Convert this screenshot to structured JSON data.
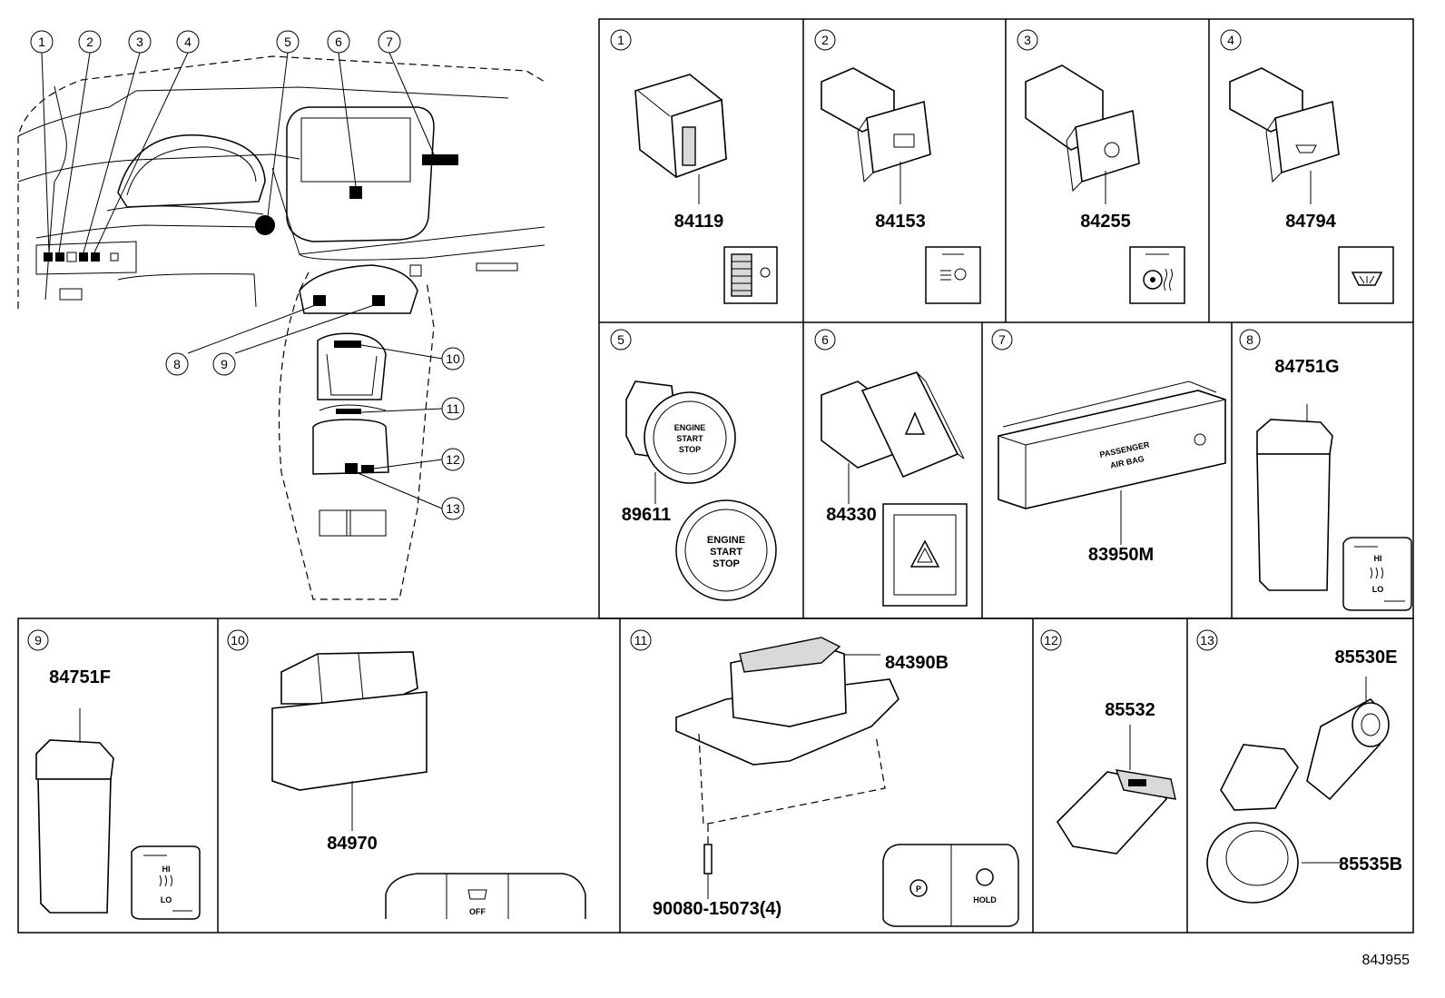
{
  "title": "",
  "callouts": [
    "1",
    "2",
    "3",
    "4",
    "5",
    "6",
    "7",
    "8",
    "9",
    "10",
    "11",
    "12",
    "13"
  ],
  "parts": {
    "p1": "84119",
    "p2": "84153",
    "p3": "84255",
    "p4": "84794",
    "p5": "89611",
    "p6": "84330",
    "p7": "83950M",
    "p8": "84751G",
    "p9": "84751F",
    "p10": "84970",
    "p11a": "84390B",
    "p11b": "90080-15073(4)",
    "p12": "85532",
    "p13a": "85530E",
    "p13b": "85535B"
  },
  "labels": {
    "engine": "ENGINE",
    "start": "START",
    "stop": "STOP",
    "passenger": "PASSENGER",
    "airbag": "AIR BAG",
    "hi": "HI",
    "lo": "LO",
    "off": "OFF",
    "hold": "HOLD",
    "park": "P"
  },
  "diagram_code": "84J955"
}
